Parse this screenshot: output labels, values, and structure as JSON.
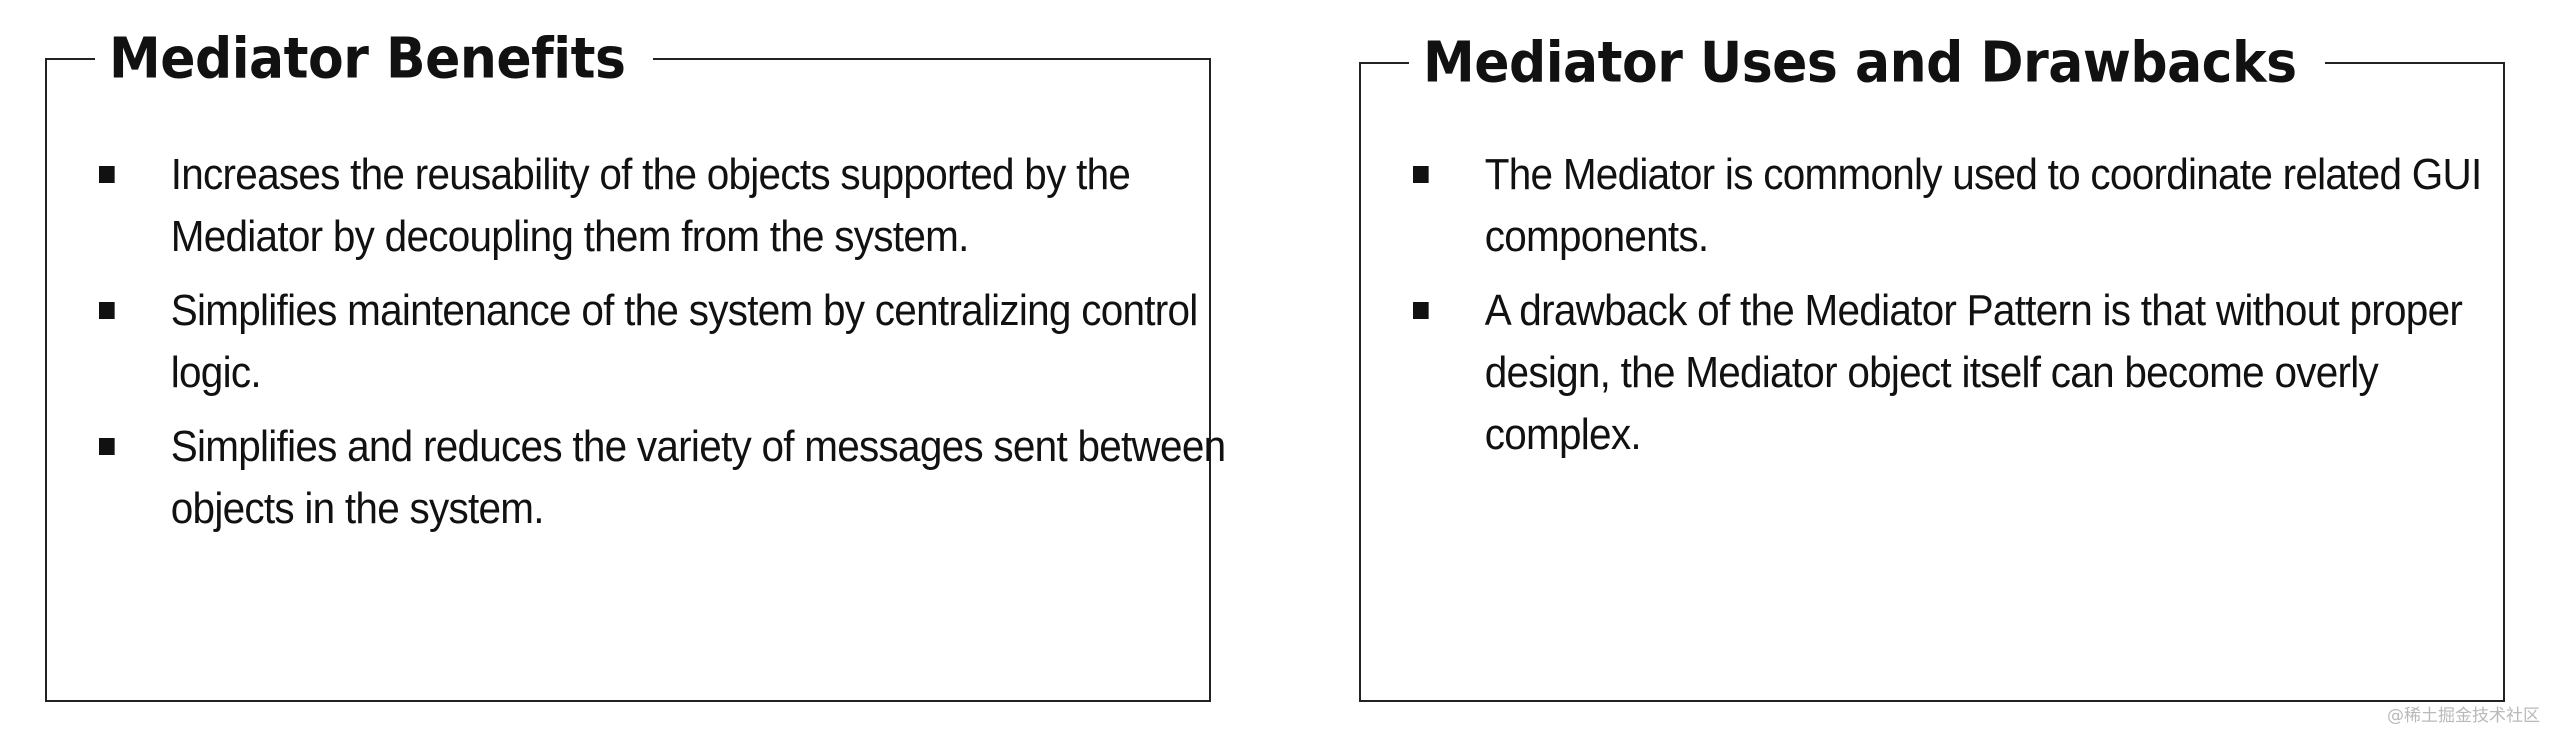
{
  "panels": [
    {
      "title": "Mediator Benefits",
      "bullets": [
        "Increases the reusability of the objects supported by the Mediator by decoupling them from the system.",
        "Simplifies maintenance of the system by centralizing control logic.",
        "Simplifies and reduces the variety of messages sent between objects in the system."
      ]
    },
    {
      "title": "Mediator Uses and Drawbacks",
      "bullets": [
        "The Mediator is commonly used to coordinate related GUI components.",
        "A drawback of the Mediator Pattern is that without proper design, the Mediator object itself can become overly complex."
      ]
    }
  ],
  "watermark": "@稀土掘金技术社区",
  "colors": {
    "text": "#111111",
    "border": "#222222",
    "background": "#ffffff",
    "watermark": "#b9b9b9"
  },
  "icons": {
    "bullet": "square-bullet-icon"
  }
}
